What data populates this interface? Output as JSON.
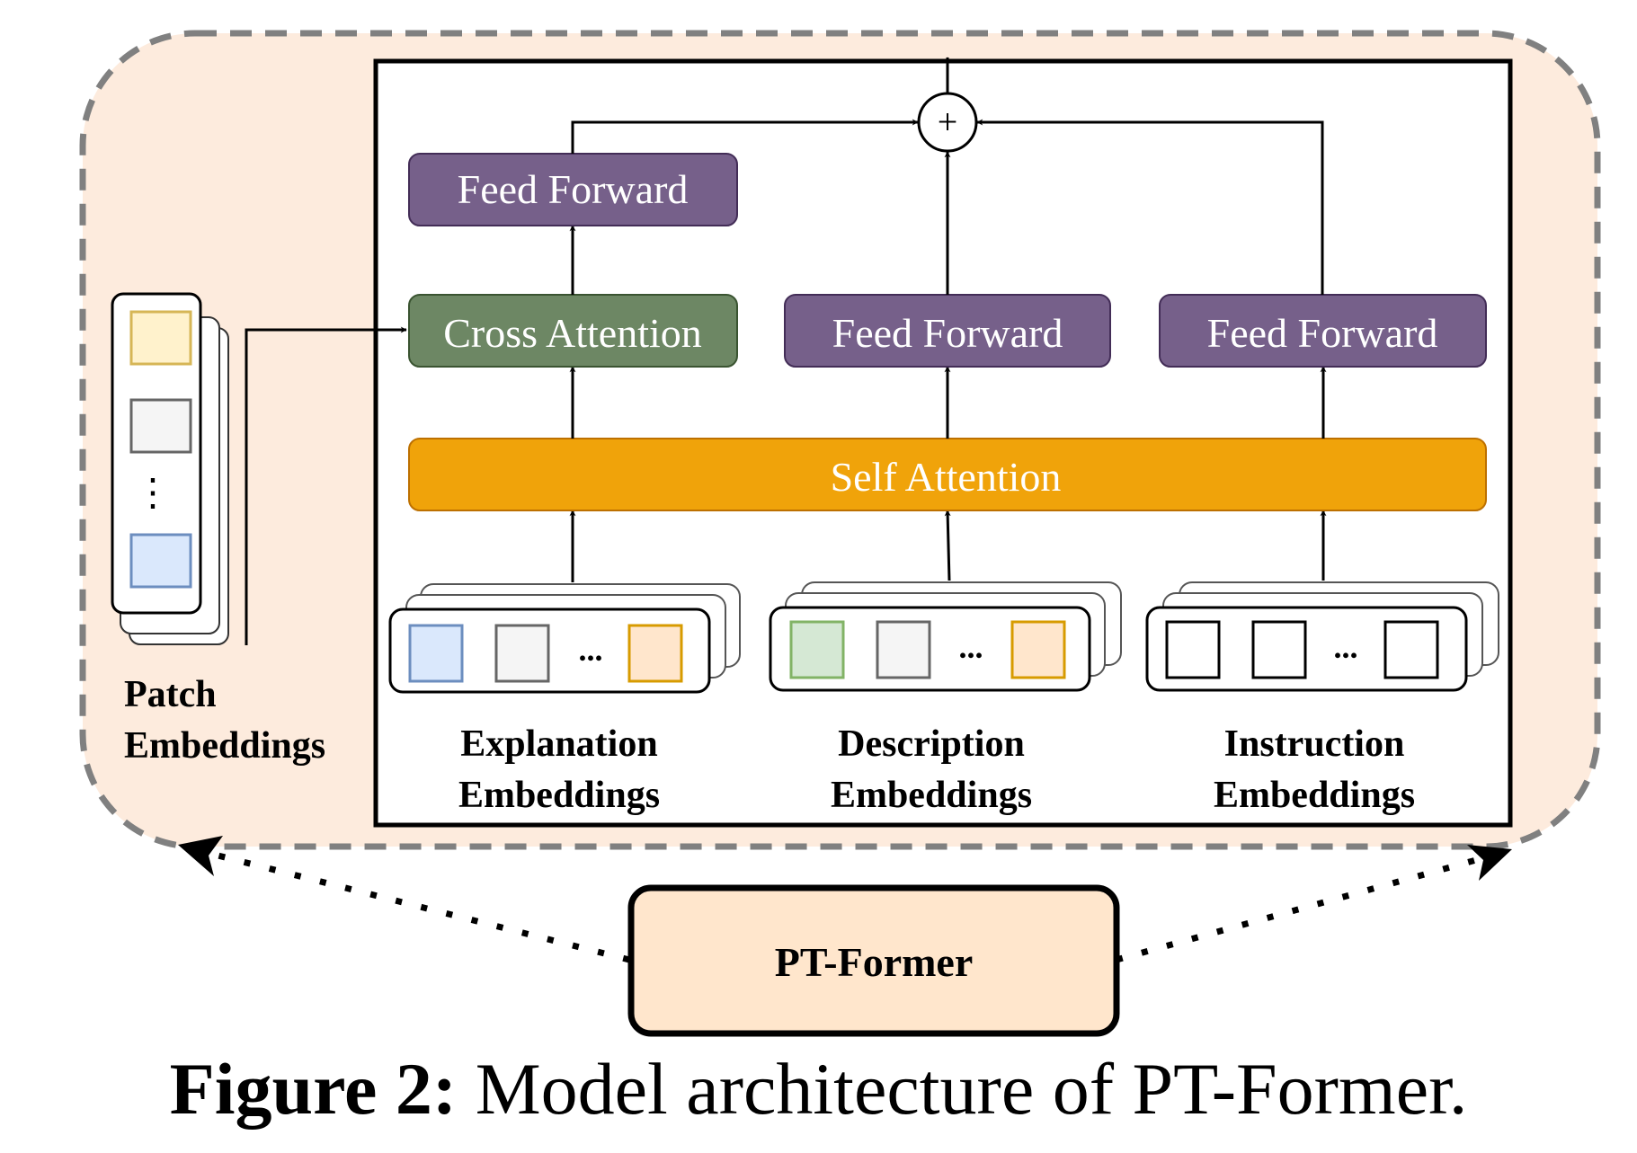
{
  "module": {
    "feed_forward_top": "Feed Forward",
    "cross_attention": "Cross Attention",
    "feed_forward_mid": "Feed Forward",
    "feed_forward_right": "Feed Forward",
    "self_attention": "Self Attention",
    "sum_symbol": "+"
  },
  "patch": {
    "label_line1": "Patch",
    "label_line2": "Embeddings",
    "ellipsis": "⋮"
  },
  "inputs": [
    {
      "label_line1": "Explanation",
      "label_line2": "Embeddings",
      "ellipsis": "..."
    },
    {
      "label_line1": "Description",
      "label_line2": "Embeddings",
      "ellipsis": "..."
    },
    {
      "label_line1": "Instruction",
      "label_line2": "Embeddings",
      "ellipsis": "..."
    }
  ],
  "pt_former_label": "PT-Former",
  "caption": {
    "prefix": "Figure 2:",
    "text": "Model architecture of PT-Former."
  },
  "colors": {
    "background_panel": "#fdebdd",
    "feed_forward": "#76608a",
    "cross_attention": "#6d8764",
    "self_attention": "#f0a30a",
    "token_blue": "#dae8fc",
    "token_gray": "#f5f5f5",
    "token_orange": "#ffe6cc",
    "token_green": "#d5e8d4",
    "token_yellow": "#fff2cc",
    "pt_former_box": "#ffe6cc"
  }
}
